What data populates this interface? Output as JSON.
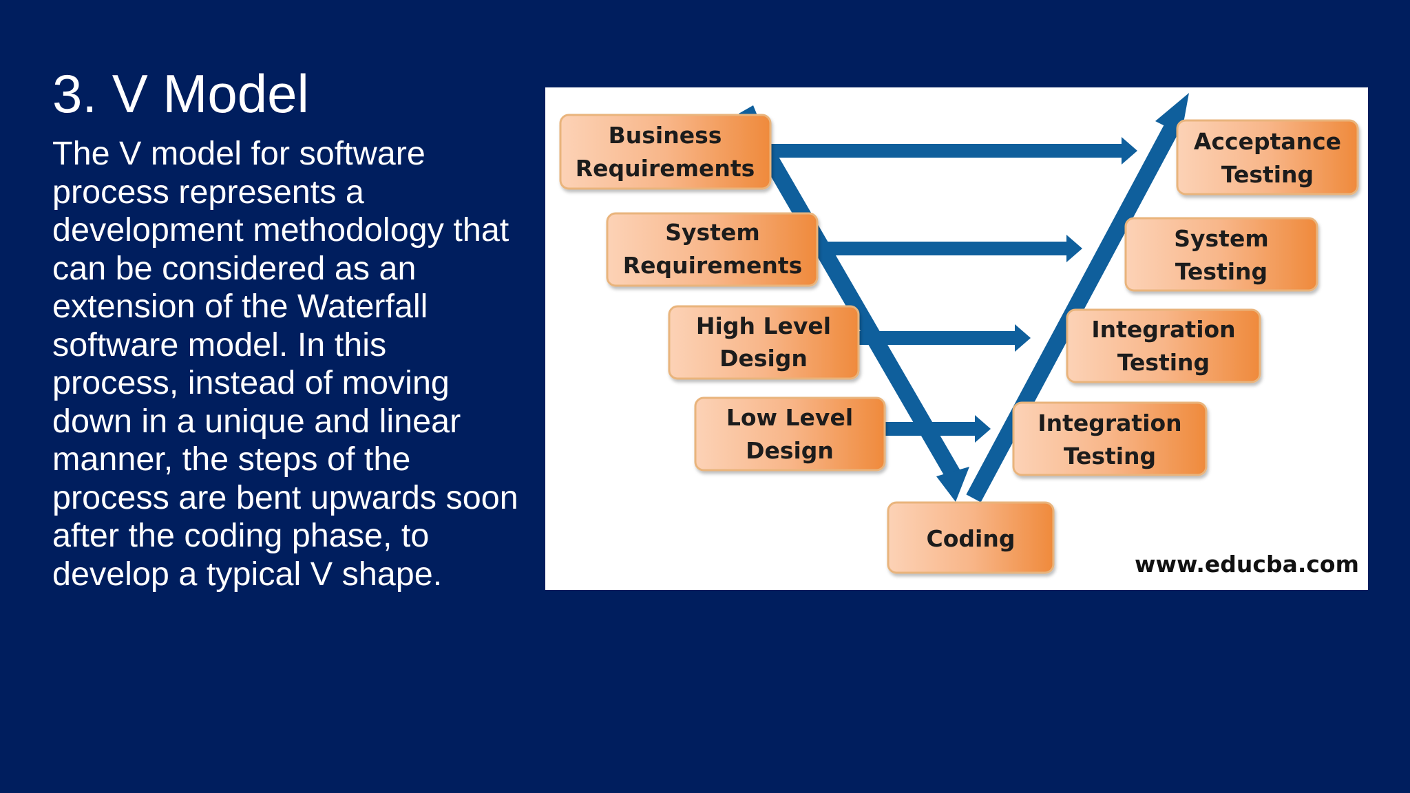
{
  "slide": {
    "title": "3. V Model",
    "body": "The V model for software process represents a development methodology that can be considered as an extension of the Waterfall software model. In this process, instead of moving down in a unique and linear manner, the steps of the process are bent upwards soon after the coding phase, to develop a typical V shape."
  },
  "diagram": {
    "colors": {
      "arrow": "#0f5f9c",
      "box_light": "#fcd2b6",
      "box_dark": "#ef8a3c",
      "box_border": "#e9b47c",
      "background": "#ffffff"
    },
    "left_phases": [
      {
        "line1": "Business",
        "line2": "Requirements"
      },
      {
        "line1": "System",
        "line2": "Requirements"
      },
      {
        "line1": "High Level",
        "line2": "Design"
      },
      {
        "line1": "Low Level",
        "line2": "Design"
      }
    ],
    "right_phases": [
      {
        "line1": "Acceptance",
        "line2": "Testing"
      },
      {
        "line1": "System",
        "line2": "Testing"
      },
      {
        "line1": "Integration",
        "line2": "Testing"
      },
      {
        "line1": "Integration",
        "line2": "Testing"
      }
    ],
    "bottom_phase": "Coding",
    "watermark": "www.educba.com"
  }
}
